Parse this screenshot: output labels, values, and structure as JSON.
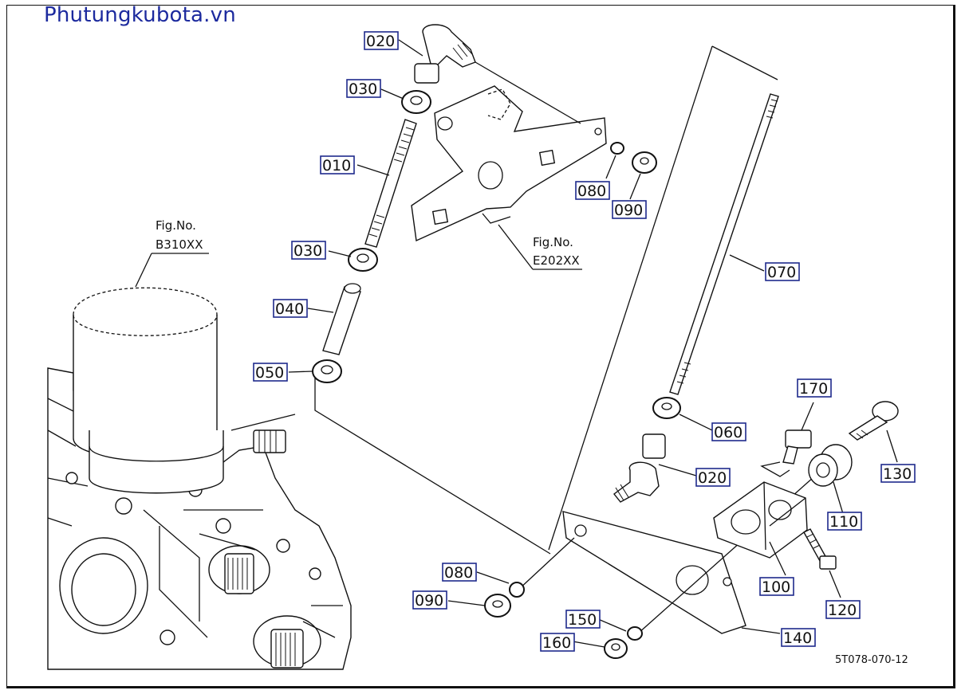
{
  "watermark": {
    "text": "Phutungkubota.vn",
    "color": "#1c2a9e"
  },
  "refs": {
    "b310": {
      "line1": "Fig.No.",
      "line2": "B310XX"
    },
    "e202": {
      "line1": "Fig.No.",
      "line2": "E202XX"
    }
  },
  "drawing_code": "5T078-070-12",
  "part_labels": [
    {
      "id": "p020a",
      "text": "020"
    },
    {
      "id": "p030a",
      "text": "030"
    },
    {
      "id": "p010",
      "text": "010"
    },
    {
      "id": "p030b",
      "text": "030"
    },
    {
      "id": "p040",
      "text": "040"
    },
    {
      "id": "p050",
      "text": "050"
    },
    {
      "id": "p080a",
      "text": "080"
    },
    {
      "id": "p090a",
      "text": "090"
    },
    {
      "id": "p070",
      "text": "070"
    },
    {
      "id": "p170",
      "text": "170"
    },
    {
      "id": "p130",
      "text": "130"
    },
    {
      "id": "p060",
      "text": "060"
    },
    {
      "id": "p020b",
      "text": "020"
    },
    {
      "id": "p110",
      "text": "110"
    },
    {
      "id": "p100",
      "text": "100"
    },
    {
      "id": "p120",
      "text": "120"
    },
    {
      "id": "p080b",
      "text": "080"
    },
    {
      "id": "p090b",
      "text": "090"
    },
    {
      "id": "p150",
      "text": "150"
    },
    {
      "id": "p140",
      "text": "140"
    },
    {
      "id": "p160",
      "text": "160"
    }
  ]
}
